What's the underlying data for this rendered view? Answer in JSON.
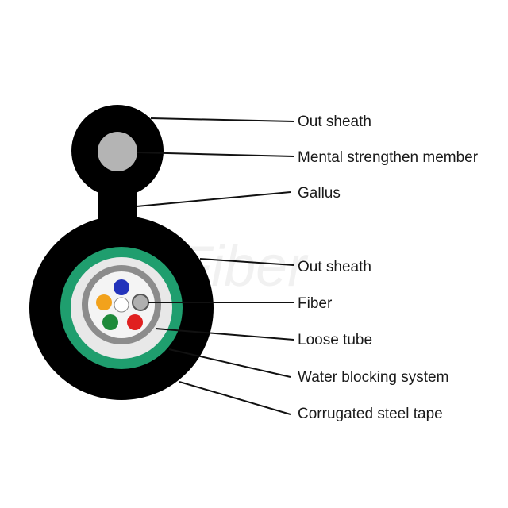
{
  "watermark": "LinkFiber",
  "labels": {
    "out_sheath_top": "Out sheath",
    "metal_member": "Mental strengthen member",
    "gallus": "Gallus",
    "out_sheath_main": "Out sheath",
    "fiber": "Fiber",
    "loose_tube": "Loose tube",
    "water_blocking": "Water blocking system",
    "steel_tape": "Corrugated steel tape"
  },
  "colors": {
    "sheath": "#000000",
    "metal_member": "#b4b4b4",
    "steel_tape": "#1f9e6e",
    "water_blocking": "#e8e8e8",
    "loose_tube": "#8c8c8c",
    "tube_interior": "#f4f4f4",
    "fiber_blue": "#2233bb",
    "fiber_orange": "#f2a21c",
    "fiber_white": "#ffffff",
    "fiber_grey": "#b0b0b0",
    "fiber_green": "#1e8a3a",
    "fiber_red": "#e02020"
  }
}
